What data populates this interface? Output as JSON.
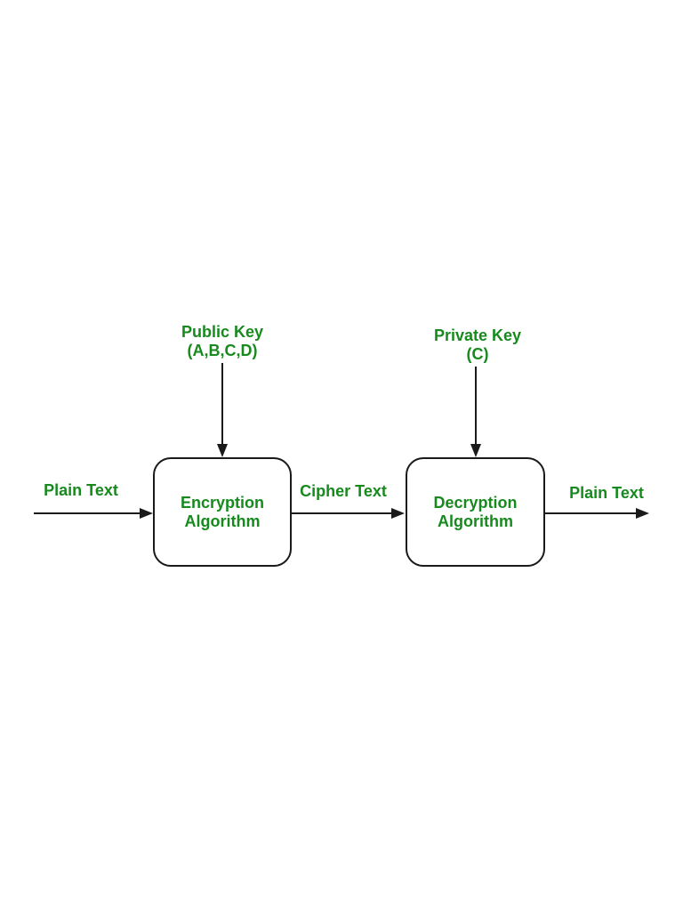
{
  "diagram": {
    "title_semantic": "public-key-encryption-flow",
    "colors": {
      "label_green": "#178a1e",
      "line_black": "#1a1a1a",
      "background": "#ffffff"
    },
    "nodes": {
      "encryption": {
        "line1": "Encryption",
        "line2": "Algorithm"
      },
      "decryption": {
        "line1": "Decryption",
        "line2": "Algorithm"
      }
    },
    "key_labels": {
      "public_key_line1": "Public Key",
      "public_key_line2": "(A,B,C,D)",
      "private_key_line1": "Private Key",
      "private_key_line2": "(C)"
    },
    "flow_labels": {
      "plain_text_in": "Plain Text",
      "cipher_text": "Cipher Text",
      "plain_text_out": "Plain Text"
    },
    "arrows": [
      {
        "name": "plain-text-input-arrow",
        "from": "left-edge",
        "to": "encryption-box",
        "direction": "right"
      },
      {
        "name": "public-key-arrow",
        "from": "public-key-label",
        "to": "encryption-box",
        "direction": "down"
      },
      {
        "name": "cipher-text-arrow",
        "from": "encryption-box",
        "to": "decryption-box",
        "direction": "right"
      },
      {
        "name": "private-key-arrow",
        "from": "private-key-label",
        "to": "decryption-box",
        "direction": "down"
      },
      {
        "name": "plain-text-output-arrow",
        "from": "decryption-box",
        "to": "right-edge",
        "direction": "right"
      }
    ]
  }
}
